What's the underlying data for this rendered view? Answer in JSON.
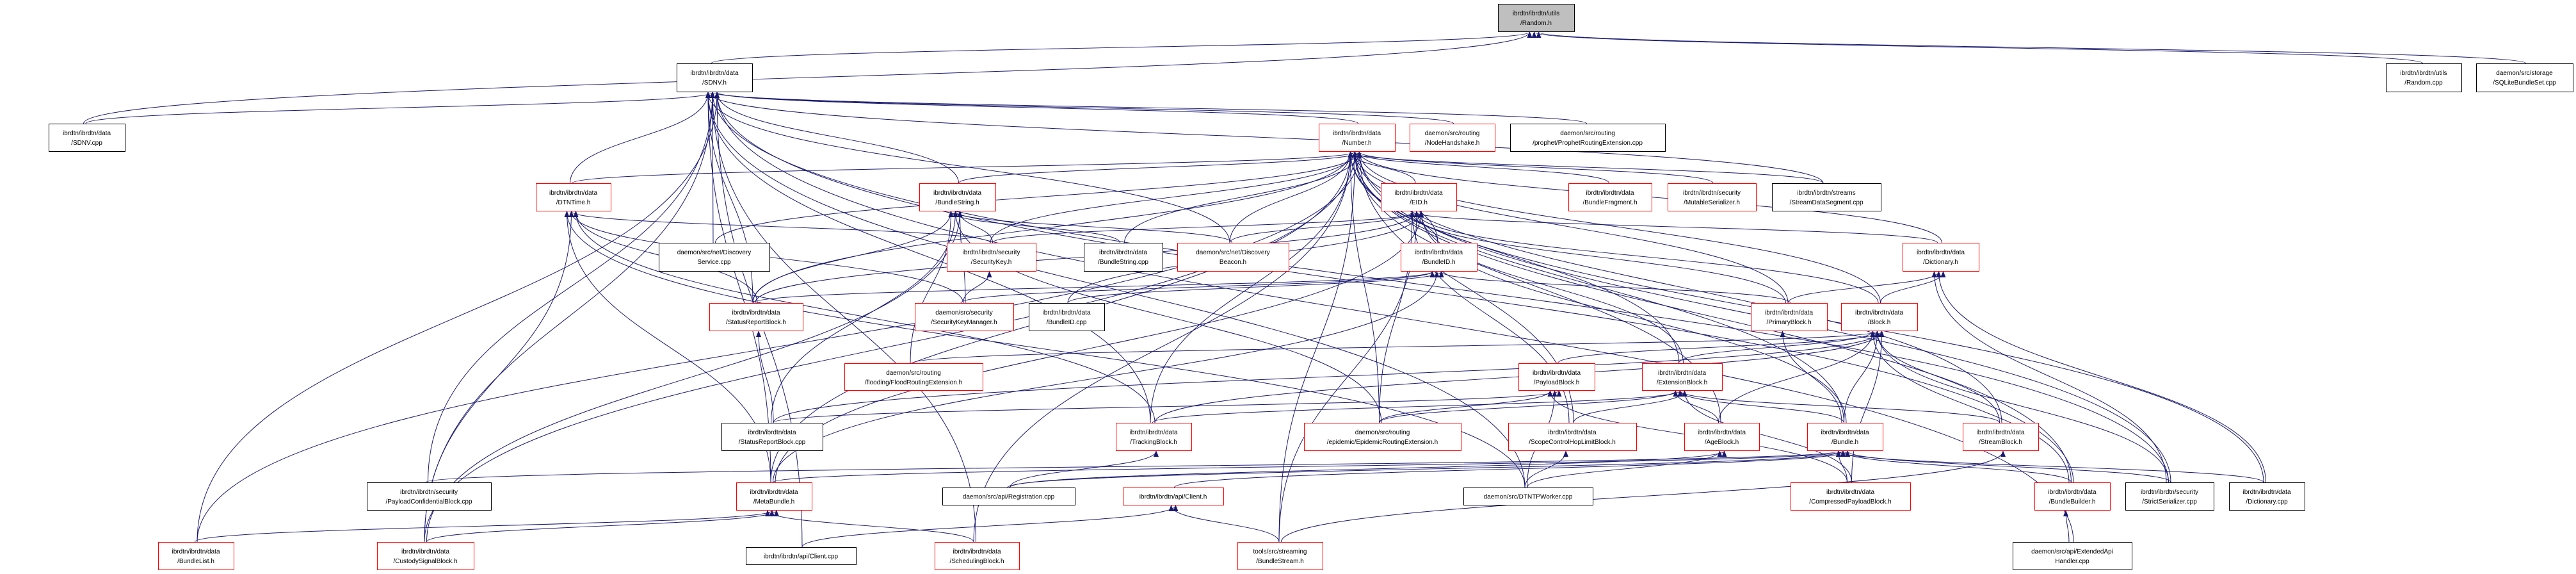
{
  "colors": {
    "edge": "#191970",
    "node_border_red": "#ff0000",
    "node_border_black": "#000000",
    "focus_fill": "#bfbfbf",
    "node_fill": "#ffffff"
  },
  "nodes": [
    {
      "id": "random_h",
      "style": "focus",
      "lines": [
        "ibrdtn/ibrdtn/utils",
        "/Random.h"
      ]
    },
    {
      "id": "sdnv_h",
      "style": "black",
      "lines": [
        "ibrdtn/ibrdtn/data",
        "/SDNV.h"
      ]
    },
    {
      "id": "random_cpp",
      "style": "black",
      "lines": [
        "ibrdtn/ibrdtn/utils",
        "/Random.cpp"
      ]
    },
    {
      "id": "sqlite_cpp",
      "style": "black",
      "lines": [
        "daemon/src/storage",
        "/SQLiteBundleSet.cpp"
      ]
    },
    {
      "id": "sdnv_cpp",
      "style": "black",
      "lines": [
        "ibrdtn/ibrdtn/data",
        "/SDNV.cpp"
      ]
    },
    {
      "id": "number_h",
      "style": "red",
      "lines": [
        "ibrdtn/ibrdtn/data",
        "/Number.h"
      ]
    },
    {
      "id": "nodehandshake_h",
      "style": "red",
      "lines": [
        "daemon/src/routing",
        "/NodeHandshake.h"
      ]
    },
    {
      "id": "prophet_cpp",
      "style": "black",
      "lines": [
        "daemon/src/routing",
        "/prophet/ProphetRoutingExtension.cpp"
      ]
    },
    {
      "id": "dtntime_h",
      "style": "red",
      "lines": [
        "ibrdtn/ibrdtn/data",
        "/DTNTime.h"
      ]
    },
    {
      "id": "bundlestring_h",
      "style": "red",
      "lines": [
        "ibrdtn/ibrdtn/data",
        "/BundleString.h"
      ]
    },
    {
      "id": "eid_h",
      "style": "red",
      "lines": [
        "ibrdtn/ibrdtn/data",
        "/EID.h"
      ]
    },
    {
      "id": "bundlefragment_h",
      "style": "red",
      "lines": [
        "ibrdtn/ibrdtn/data",
        "/BundleFragment.h"
      ]
    },
    {
      "id": "mutableserializer_h",
      "style": "red",
      "lines": [
        "ibrdtn/ibrdtn/security",
        "/MutableSerializer.h"
      ]
    },
    {
      "id": "streamdatasegment_cpp",
      "style": "black",
      "lines": [
        "ibrdtn/ibrdtn/streams",
        "/StreamDataSegment.cpp"
      ]
    },
    {
      "id": "discoveryservice_cpp",
      "style": "black",
      "lines": [
        "daemon/src/net/Discovery",
        "Service.cpp"
      ]
    },
    {
      "id": "securitykey_h",
      "style": "red",
      "lines": [
        "ibrdtn/ibrdtn/security",
        "/SecurityKey.h"
      ]
    },
    {
      "id": "bundlestring_cpp",
      "style": "black",
      "lines": [
        "ibrdtn/ibrdtn/data",
        "/BundleString.cpp"
      ]
    },
    {
      "id": "discoverybeacon_h",
      "style": "red",
      "lines": [
        "daemon/src/net/Discovery",
        "Beacon.h"
      ]
    },
    {
      "id": "bundleid_h",
      "style": "red",
      "lines": [
        "ibrdtn/ibrdtn/data",
        "/BundleID.h"
      ]
    },
    {
      "id": "dictionary_h",
      "style": "red",
      "lines": [
        "ibrdtn/ibrdtn/data",
        "/Dictionary.h"
      ]
    },
    {
      "id": "statusreportblock_h",
      "style": "red",
      "lines": [
        "ibrdtn/ibrdtn/data",
        "/StatusReportBlock.h"
      ]
    },
    {
      "id": "securitykeymanager_h",
      "style": "red",
      "lines": [
        "daemon/src/security",
        "/SecurityKeyManager.h"
      ]
    },
    {
      "id": "bundleid_cpp",
      "style": "black",
      "lines": [
        "ibrdtn/ibrdtn/data",
        "/BundleID.cpp"
      ]
    },
    {
      "id": "primaryblock_h",
      "style": "red",
      "lines": [
        "ibrdtn/ibrdtn/data",
        "/PrimaryBlock.h"
      ]
    },
    {
      "id": "block_h",
      "style": "red",
      "lines": [
        "ibrdtn/ibrdtn/data",
        "/Block.h"
      ]
    },
    {
      "id": "flood_h",
      "style": "red",
      "lines": [
        "daemon/src/routing",
        "/flooding/FloodRoutingExtension.h"
      ]
    },
    {
      "id": "payloadblock_h",
      "style": "red",
      "lines": [
        "ibrdtn/ibrdtn/data",
        "/PayloadBlock.h"
      ]
    },
    {
      "id": "extensionblock_h",
      "style": "red",
      "lines": [
        "ibrdtn/ibrdtn/data",
        "/ExtensionBlock.h"
      ]
    },
    {
      "id": "statusreportblock_cpp",
      "style": "black",
      "lines": [
        "ibrdtn/ibrdtn/data",
        "/StatusReportBlock.cpp"
      ]
    },
    {
      "id": "trackingblock_h",
      "style": "red",
      "lines": [
        "ibrdtn/ibrdtn/data",
        "/TrackingBlock.h"
      ]
    },
    {
      "id": "epidemic_h",
      "style": "red",
      "lines": [
        "daemon/src/routing",
        "/epidemic/EpidemicRoutingExtension.h"
      ]
    },
    {
      "id": "scopecontrol_h",
      "style": "red",
      "lines": [
        "ibrdtn/ibrdtn/data",
        "/ScopeControlHopLimitBlock.h"
      ]
    },
    {
      "id": "ageblock_h",
      "style": "red",
      "lines": [
        "ibrdtn/ibrdtn/data",
        "/AgeBlock.h"
      ]
    },
    {
      "id": "bundle_h",
      "style": "red",
      "lines": [
        "ibrdtn/ibrdtn/data",
        "/Bundle.h"
      ]
    },
    {
      "id": "streamblock_h",
      "style": "red",
      "lines": [
        "ibrdtn/ibrdtn/data",
        "/StreamBlock.h"
      ]
    },
    {
      "id": "payloadconf_cpp",
      "style": "black",
      "lines": [
        "ibrdtn/ibrdtn/security",
        "/PayloadConfidentialBlock.cpp"
      ]
    },
    {
      "id": "metabundle_h",
      "style": "red",
      "lines": [
        "ibrdtn/ibrdtn/data",
        "/MetaBundle.h"
      ]
    },
    {
      "id": "compressed_h",
      "style": "red",
      "lines": [
        "ibrdtn/ibrdtn/data",
        "/CompressedPayloadBlock.h"
      ]
    },
    {
      "id": "bundlebuilder_h",
      "style": "red",
      "lines": [
        "ibrdtn/ibrdtn/data",
        "/BundleBuilder.h"
      ]
    },
    {
      "id": "strictserializer_cpp",
      "style": "black",
      "lines": [
        "ibrdtn/ibrdtn/security",
        "/StrictSerializer.cpp"
      ]
    },
    {
      "id": "dictionary_cpp",
      "style": "black",
      "lines": [
        "ibrdtn/ibrdtn/data",
        "/Dictionary.cpp"
      ]
    },
    {
      "id": "registration_cpp",
      "style": "black",
      "lines": [
        "daemon/src/api/Registration.cpp"
      ]
    },
    {
      "id": "client_h",
      "style": "red",
      "lines": [
        "ibrdtn/ibrdtn/api/Client.h"
      ]
    },
    {
      "id": "dtntpworker_cpp",
      "style": "black",
      "lines": [
        "daemon/src/DTNTPWorker.cpp"
      ]
    },
    {
      "id": "bundlelist_h",
      "style": "red",
      "lines": [
        "ibrdtn/ibrdtn/data",
        "/BundleList.h"
      ]
    },
    {
      "id": "custody_h",
      "style": "red",
      "lines": [
        "ibrdtn/ibrdtn/data",
        "/CustodySignalBlock.h"
      ]
    },
    {
      "id": "client_cpp",
      "style": "black",
      "lines": [
        "ibrdtn/ibrdtn/api/Client.cpp"
      ]
    },
    {
      "id": "scheduling_h",
      "style": "red",
      "lines": [
        "ibrdtn/ibrdtn/data",
        "/SchedulingBlock.h"
      ]
    },
    {
      "id": "bundlestream_h",
      "style": "red",
      "lines": [
        "tools/src/streaming",
        "/BundleStream.h"
      ]
    },
    {
      "id": "extendedapi_cpp",
      "style": "black",
      "lines": [
        "daemon/src/api/ExtendedApi",
        "Handler.cpp"
      ]
    }
  ],
  "edges": [
    [
      "sdnv_h",
      "random_h"
    ],
    [
      "random_cpp",
      "random_h"
    ],
    [
      "sqlite_cpp",
      "random_h"
    ],
    [
      "sdnv_cpp",
      "random_h"
    ],
    [
      "sdnv_cpp",
      "sdnv_h"
    ],
    [
      "number_h",
      "sdnv_h"
    ],
    [
      "dtntime_h",
      "sdnv_h"
    ],
    [
      "discoveryservice_cpp",
      "sdnv_h"
    ],
    [
      "bundlestring_h",
      "sdnv_h"
    ],
    [
      "discoverybeacon_h",
      "sdnv_h"
    ],
    [
      "prophet_cpp",
      "sdnv_h"
    ],
    [
      "nodehandshake_h",
      "sdnv_h"
    ],
    [
      "streamdatasegment_cpp",
      "sdnv_h"
    ],
    [
      "strictserializer_cpp",
      "sdnv_h"
    ],
    [
      "bundlebuilder_h",
      "sdnv_h"
    ],
    [
      "statusreportblock_h",
      "sdnv_h"
    ],
    [
      "custody_h",
      "sdnv_h"
    ],
    [
      "bundlelist_h",
      "sdnv_h"
    ],
    [
      "metabundle_h",
      "sdnv_h"
    ],
    [
      "payloadconf_cpp",
      "sdnv_h"
    ],
    [
      "client_cpp",
      "sdnv_h"
    ],
    [
      "trackingblock_h",
      "sdnv_h"
    ],
    [
      "scheduling_h",
      "sdnv_h"
    ],
    [
      "extendedapi_cpp",
      "sdnv_h"
    ],
    [
      "dtntpworker_cpp",
      "sdnv_h"
    ],
    [
      "dtntime_h",
      "number_h"
    ],
    [
      "bundlestring_h",
      "number_h"
    ],
    [
      "eid_h",
      "number_h"
    ],
    [
      "bundlefragment_h",
      "number_h"
    ],
    [
      "mutableserializer_h",
      "number_h"
    ],
    [
      "streamdatasegment_cpp",
      "number_h"
    ],
    [
      "securitykey_h",
      "number_h"
    ],
    [
      "bundlestring_cpp",
      "number_h"
    ],
    [
      "discoverybeacon_h",
      "number_h"
    ],
    [
      "bundleid_h",
      "number_h"
    ],
    [
      "dictionary_h",
      "number_h"
    ],
    [
      "statusreportblock_h",
      "number_h"
    ],
    [
      "primaryblock_h",
      "number_h"
    ],
    [
      "block_h",
      "number_h"
    ],
    [
      "extensionblock_h",
      "number_h"
    ],
    [
      "bundle_h",
      "number_h"
    ],
    [
      "strictserializer_cpp",
      "number_h"
    ],
    [
      "dictionary_cpp",
      "number_h"
    ],
    [
      "bundlebuilder_h",
      "number_h"
    ],
    [
      "streamblock_h",
      "number_h"
    ],
    [
      "metabundle_h",
      "number_h"
    ],
    [
      "custody_h",
      "number_h"
    ],
    [
      "bundlelist_h",
      "number_h"
    ],
    [
      "scheduling_h",
      "number_h"
    ],
    [
      "ageblock_h",
      "number_h"
    ],
    [
      "scopecontrol_h",
      "number_h"
    ],
    [
      "trackingblock_h",
      "number_h"
    ],
    [
      "bundlestream_h",
      "number_h"
    ],
    [
      "discoveryservice_cpp",
      "number_h"
    ],
    [
      "epidemic_h",
      "number_h"
    ],
    [
      "securitykey_h",
      "dtntime_h"
    ],
    [
      "statusreportblock_h",
      "dtntime_h"
    ],
    [
      "metabundle_h",
      "dtntime_h"
    ],
    [
      "custody_h",
      "dtntime_h"
    ],
    [
      "trackingblock_h",
      "dtntime_h"
    ],
    [
      "dtntpworker_cpp",
      "dtntime_h"
    ],
    [
      "securitykeymanager_h",
      "dtntime_h"
    ],
    [
      "securitykey_h",
      "bundlestring_h"
    ],
    [
      "bundlestring_cpp",
      "bundlestring_h"
    ],
    [
      "discoverybeacon_h",
      "bundlestring_h"
    ],
    [
      "securitykeymanager_h",
      "bundlestring_h"
    ],
    [
      "statusreportblock_h",
      "bundlestring_h"
    ],
    [
      "statusreportblock_cpp",
      "bundlestring_h"
    ],
    [
      "custody_h",
      "bundlestring_h"
    ],
    [
      "flood_h",
      "bundlestring_h"
    ],
    [
      "epidemic_h",
      "bundlestring_h"
    ],
    [
      "securitykey_h",
      "eid_h"
    ],
    [
      "discoverybeacon_h",
      "eid_h"
    ],
    [
      "bundleid_h",
      "eid_h"
    ],
    [
      "bundleid_cpp",
      "eid_h"
    ],
    [
      "primaryblock_h",
      "eid_h"
    ],
    [
      "block_h",
      "eid_h"
    ],
    [
      "extensionblock_h",
      "eid_h"
    ],
    [
      "scopecontrol_h",
      "eid_h"
    ],
    [
      "bundlestream_h",
      "eid_h"
    ],
    [
      "metabundle_h",
      "eid_h"
    ],
    [
      "epidemic_h",
      "eid_h"
    ],
    [
      "statusreportblock_h",
      "eid_h"
    ],
    [
      "bundle_h",
      "eid_h"
    ],
    [
      "dictionary_h",
      "eid_h"
    ],
    [
      "securitykeymanager_h",
      "securitykey_h"
    ],
    [
      "bundleid_cpp",
      "bundleid_h"
    ],
    [
      "statusreportblock_h",
      "bundleid_h"
    ],
    [
      "metabundle_h",
      "bundleid_h"
    ],
    [
      "primaryblock_h",
      "bundleid_h"
    ],
    [
      "securitykeymanager_h",
      "bundleid_h"
    ],
    [
      "primaryblock_h",
      "dictionary_h"
    ],
    [
      "block_h",
      "dictionary_h"
    ],
    [
      "strictserializer_cpp",
      "dictionary_h"
    ],
    [
      "dictionary_cpp",
      "dictionary_h"
    ],
    [
      "statusreportblock_cpp",
      "statusreportblock_h"
    ],
    [
      "bundle_h",
      "primaryblock_h"
    ],
    [
      "bundle_h",
      "block_h"
    ],
    [
      "payloadblock_h",
      "block_h"
    ],
    [
      "extensionblock_h",
      "block_h"
    ],
    [
      "streamblock_h",
      "block_h"
    ],
    [
      "compressed_h",
      "block_h"
    ],
    [
      "bundlebuilder_h",
      "block_h"
    ],
    [
      "strictserializer_cpp",
      "block_h"
    ],
    [
      "trackingblock_h",
      "block_h"
    ],
    [
      "ageblock_h",
      "block_h"
    ],
    [
      "flood_h",
      "block_h"
    ],
    [
      "statusreportblock_cpp",
      "block_h"
    ],
    [
      "compressed_h",
      "payloadblock_h"
    ],
    [
      "dtntpworker_cpp",
      "payloadblock_h"
    ],
    [
      "statusreportblock_cpp",
      "payloadblock_h"
    ],
    [
      "epidemic_h",
      "payloadblock_h"
    ],
    [
      "trackingblock_h",
      "extensionblock_h"
    ],
    [
      "scopecontrol_h",
      "extensionblock_h"
    ],
    [
      "ageblock_h",
      "extensionblock_h"
    ],
    [
      "streamblock_h",
      "extensionblock_h"
    ],
    [
      "compressed_h",
      "extensionblock_h"
    ],
    [
      "epidemic_h",
      "extensionblock_h"
    ],
    [
      "bundle_h",
      "extensionblock_h"
    ],
    [
      "registration_cpp",
      "trackingblock_h"
    ],
    [
      "dtntpworker_cpp",
      "scopecontrol_h"
    ],
    [
      "dtntpworker_cpp",
      "ageblock_h"
    ],
    [
      "registration_cpp",
      "ageblock_h"
    ],
    [
      "compressed_h",
      "bundle_h"
    ],
    [
      "bundlebuilder_h",
      "bundle_h"
    ],
    [
      "strictserializer_cpp",
      "bundle_h"
    ],
    [
      "dictionary_cpp",
      "bundle_h"
    ],
    [
      "metabundle_h",
      "bundle_h"
    ],
    [
      "client_h",
      "bundle_h"
    ],
    [
      "payloadconf_cpp",
      "bundle_h"
    ],
    [
      "registration_cpp",
      "bundle_h"
    ],
    [
      "bundlestream_h",
      "streamblock_h"
    ],
    [
      "extendedapi_cpp",
      "bundlebuilder_h"
    ],
    [
      "bundlelist_h",
      "metabundle_h"
    ],
    [
      "custody_h",
      "metabundle_h"
    ],
    [
      "scheduling_h",
      "metabundle_h"
    ],
    [
      "bundlestream_h",
      "client_h"
    ],
    [
      "client_cpp",
      "client_h"
    ]
  ]
}
